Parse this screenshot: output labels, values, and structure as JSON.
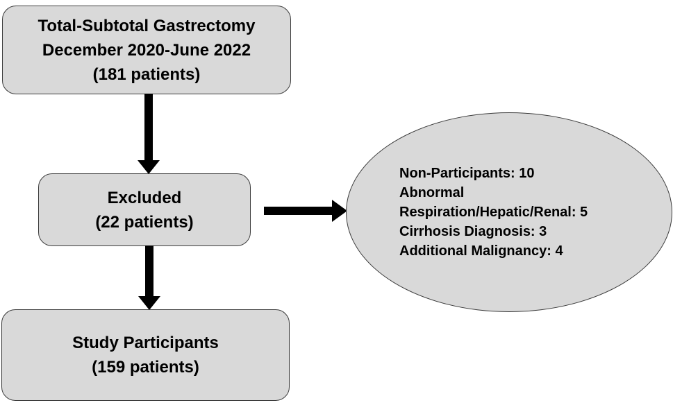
{
  "diagram": {
    "title": "Patient enrollment flowchart",
    "colors": {
      "node_fill": "#d9d9d9",
      "node_border": "#3b3b3b",
      "arrow": "#000000",
      "text": "#000000",
      "background": "#ffffff"
    },
    "nodes": {
      "total_gastrectomy": {
        "lines": [
          "Total-Subtotal Gastrectomy",
          "December 2020-June 2022",
          "(181 patients)"
        ]
      },
      "excluded": {
        "lines": [
          "Excluded",
          "(22 patients)"
        ]
      },
      "study_participants": {
        "lines": [
          "Study Participants",
          "(159 patients)"
        ]
      },
      "exclusion_reasons": {
        "lines": [
          "Non-Participants: 10",
          "Abnormal Respiration/Hepatic/Renal: 5",
          "Cirrhosis Diagnosis: 3",
          "Additional Malignancy: 4"
        ]
      }
    }
  }
}
